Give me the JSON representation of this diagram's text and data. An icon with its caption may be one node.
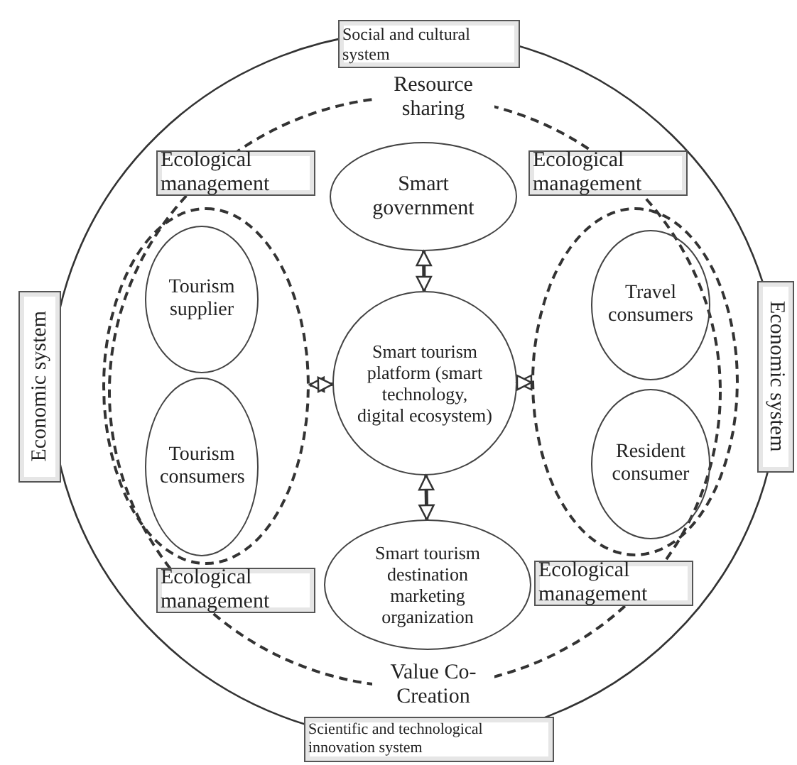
{
  "diagram": {
    "nodes": [
      {
        "text": [
          "Social and cultural system"
        ]
      },
      {
        "text": [
          "Economic system"
        ]
      },
      {
        "text": [
          "Economic system"
        ]
      },
      {
        "text": [
          "Ecological management"
        ]
      },
      {
        "text": [
          "Ecological management"
        ]
      },
      {
        "text": [
          "Smart government"
        ]
      },
      {
        "text": [],
        "shape": "ellipse"
      },
      {
        "text": [
          "Tourism supplier"
        ],
        "in": 6
      },
      {
        "text": [
          "Tourism consumers"
        ],
        "in": 6
      },
      {
        "text": [
          "Smart tourism platform (smart technology, digital ecosystem)"
        ]
      },
      {
        "text": [],
        "shape": "ellipse"
      },
      {
        "text": [
          "Travel consumers"
        ],
        "in": 10
      },
      {
        "text": [
          "Resident consumer"
        ],
        "in": 10
      },
      {
        "text": [
          "Ecological management"
        ]
      },
      {
        "text": [
          "Ecological management"
        ]
      },
      {
        "text": [
          "Smart tourism destination marketing organization"
        ]
      },
      {
        "text": [
          "Scientific and technological innovation system"
        ]
      }
    ],
    "edges": [
      {
        "from": 5,
        "to": 9,
        "arrow": "both"
      },
      {
        "from": 6,
        "to": 9,
        "arrow": "both"
      },
      {
        "from": 9,
        "to": 10,
        "arrow": "both"
      },
      {
        "from": 9,
        "to": 15,
        "arrow": "both"
      }
    ],
    "labels": [
      "Resource sharing",
      "Value Co-Creation"
    ]
  }
}
